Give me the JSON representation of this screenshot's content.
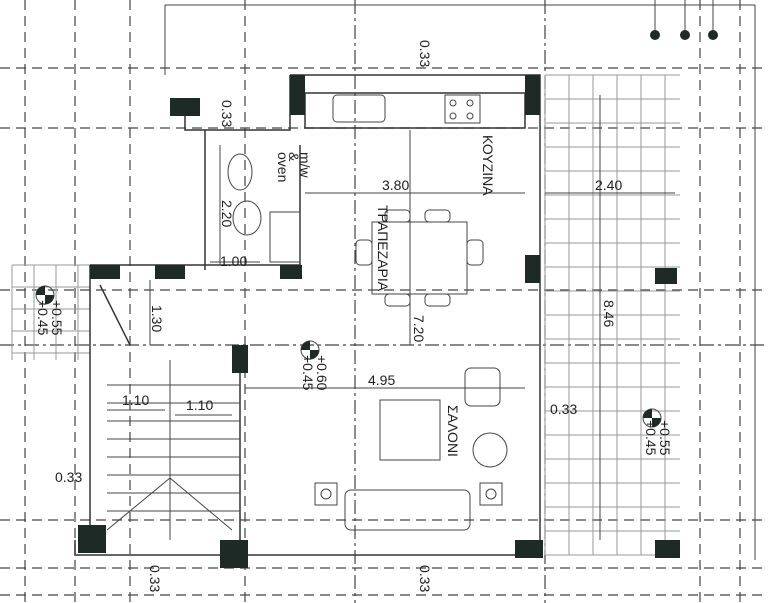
{
  "plan": {
    "rooms": {
      "kitchen": "ΚΟΥΖΙΝΑ",
      "dining": "ΤΡΑΠΕΖΑΡΙΑ",
      "living": "ΣΑΛΟΝΙ",
      "appliance_note": [
        "oven",
        "&",
        "m/w"
      ]
    },
    "dimensions": {
      "top_offset": "0.33",
      "wc_offset": "0.33",
      "kitchen_width": "3.80",
      "terrace_width": "2.40",
      "wc_length": "2.20",
      "wc_width": "1.00",
      "entry_depth": "1.30",
      "living_width": "4.95",
      "interior_length": "7.20",
      "terrace_length": "8.46",
      "stair_run_left": "1.10",
      "stair_run_right": "1.10",
      "right_wall": "0.33",
      "left_wall": "0.33",
      "bottom_left": "0.33",
      "bottom_center": "0.33"
    },
    "levels": {
      "entry": [
        "+0.55",
        "+0.45"
      ],
      "interior": [
        "+0.60",
        "+0.45"
      ],
      "terrace": [
        "+0.55",
        "+0.45"
      ]
    }
  }
}
